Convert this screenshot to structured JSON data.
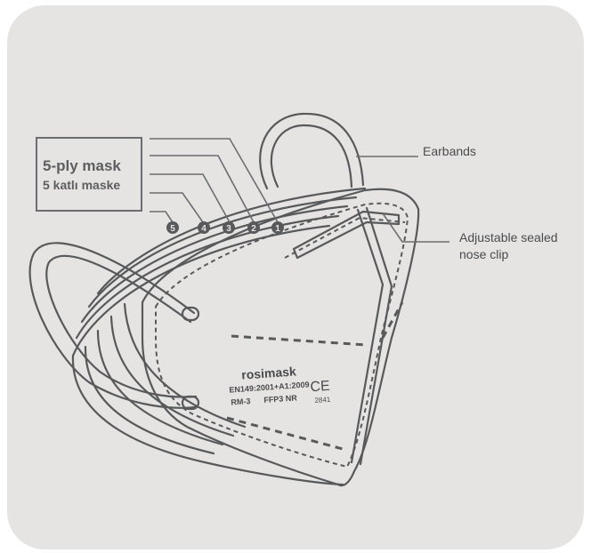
{
  "colors": {
    "panel": "#e6e4e3",
    "line": "#57595b",
    "text": "#4a4b4d"
  },
  "legend": {
    "title": "5-ply mask",
    "subtitle": "5 katlı maske"
  },
  "layers": [
    "5",
    "4",
    "3",
    "2",
    "1"
  ],
  "callouts": {
    "earbands": "Earbands",
    "nose_clip_line1": "Adjustable sealed",
    "nose_clip_line2": "nose clip"
  },
  "print": {
    "brand": "rosimask",
    "standard": "EN149:2001+A1:2009",
    "model": "RM-3",
    "class": "FFP3 NR",
    "mark": "CE",
    "notified_body": "2841"
  }
}
